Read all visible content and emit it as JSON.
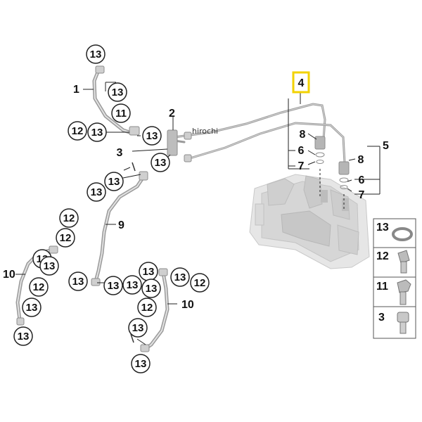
{
  "watermark": "hirochi",
  "labels": {
    "c1": "13",
    "c2": "13",
    "c3": "11",
    "c4": "12",
    "c5": "13",
    "c6": "13",
    "c7": "13",
    "c8": "13",
    "c9": "13",
    "c10": "12",
    "c11": "12",
    "c12": "13",
    "c13": "13",
    "c14": "12",
    "c15": "13",
    "c16": "13",
    "c17": "13",
    "c18": "13",
    "c19": "13",
    "c20": "13",
    "c21": "13",
    "c22": "12",
    "c23": "12",
    "c24": "13",
    "c25": "13",
    "p1": "1",
    "p2": "2",
    "p3": "3",
    "p4": "4",
    "p5": "5",
    "p6a": "6",
    "p6b": "6",
    "p7a": "7",
    "p7b": "7",
    "p8a": "8",
    "p8b": "8",
    "p9": "9",
    "p10a": "10",
    "p10b": "10"
  },
  "legend": [
    {
      "label": "13",
      "part": "sealing-ring"
    },
    {
      "label": "12",
      "part": "banjo-bolt"
    },
    {
      "label": "11",
      "part": "hex-bolt"
    },
    {
      "label": "3",
      "part": "socket-bolt"
    }
  ],
  "highlight_color": "#f2d200"
}
